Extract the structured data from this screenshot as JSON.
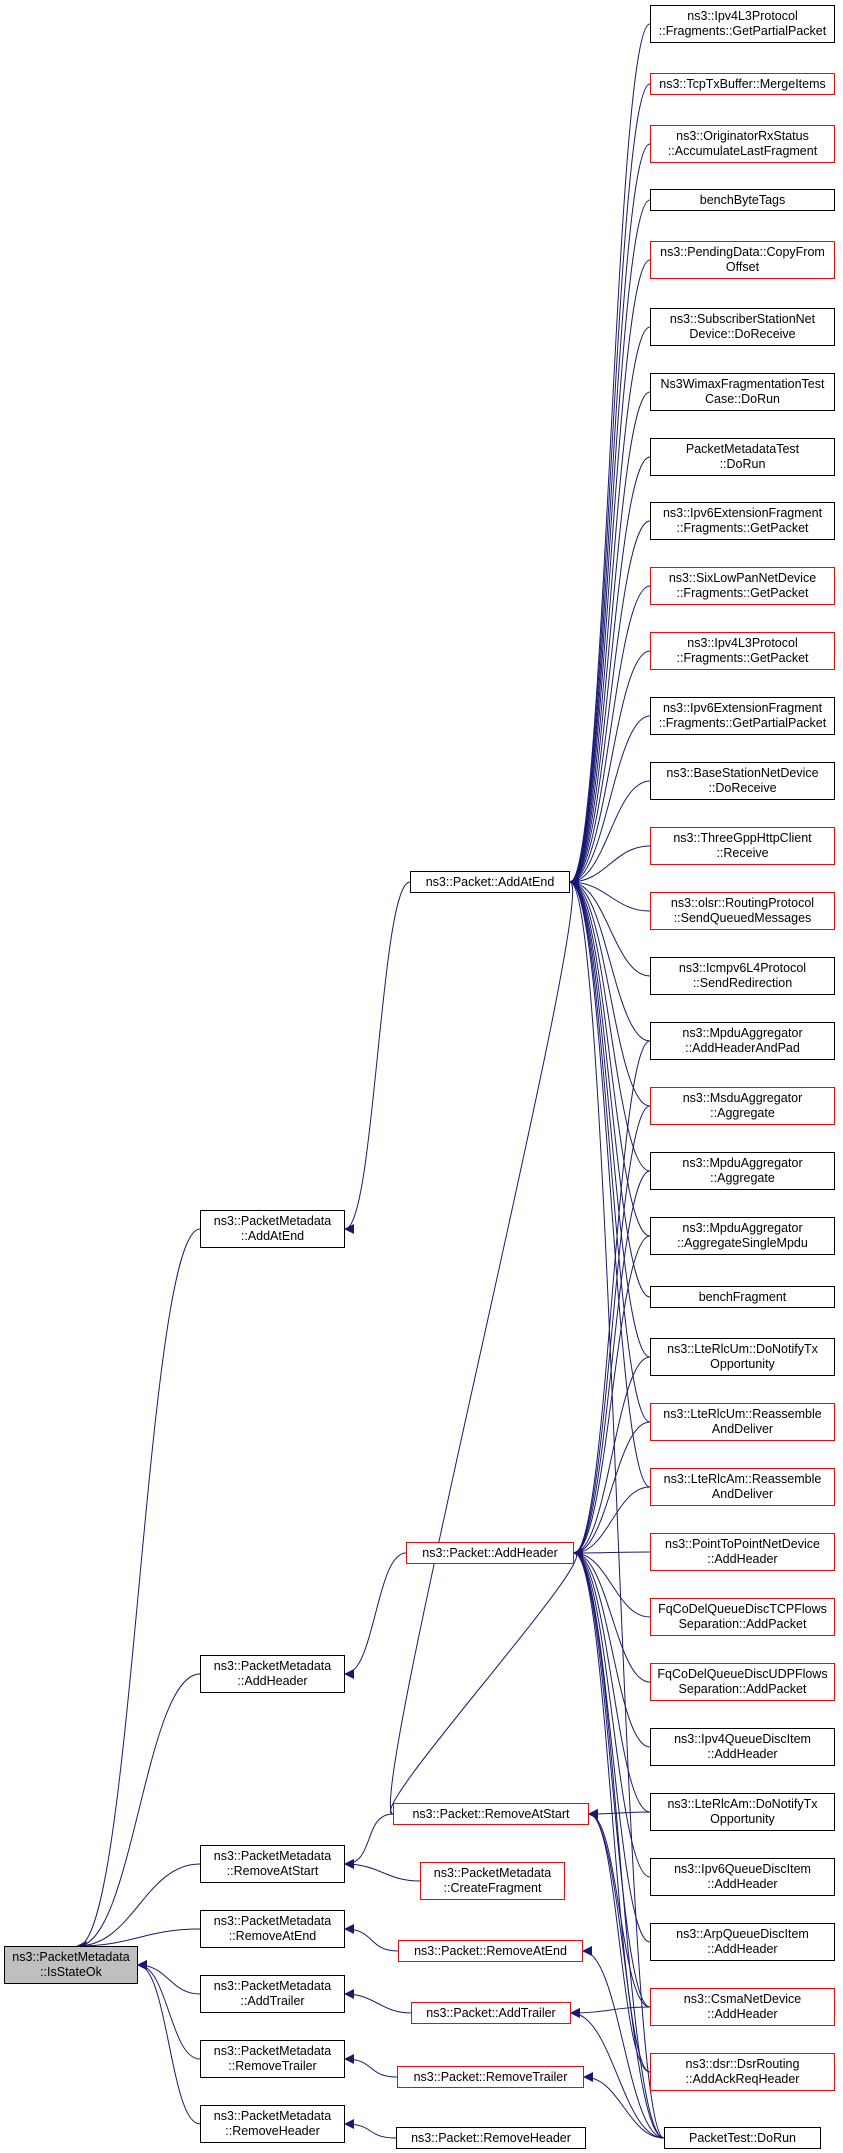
{
  "colors": {
    "edge": "#191970",
    "box_border": "#000000",
    "truncated_border": "#ff0000",
    "root_fill": "#bfbfbf",
    "background": "#ffffff"
  },
  "nodes": [
    {
      "id": "isstateok",
      "label": "ns3::PacketMetadata\n::IsStateOk",
      "style": "gray"
    },
    {
      "id": "pm_addatend",
      "label": "ns3::PacketMetadata\n::AddAtEnd",
      "style": "black"
    },
    {
      "id": "pm_addheader",
      "label": "ns3::PacketMetadata\n::AddHeader",
      "style": "black"
    },
    {
      "id": "pm_removeatstart",
      "label": "ns3::PacketMetadata\n::RemoveAtStart",
      "style": "black"
    },
    {
      "id": "pm_removeatend",
      "label": "ns3::PacketMetadata\n::RemoveAtEnd",
      "style": "black"
    },
    {
      "id": "pm_addtrailer",
      "label": "ns3::PacketMetadata\n::AddTrailer",
      "style": "black"
    },
    {
      "id": "pm_removetrailer",
      "label": "ns3::PacketMetadata\n::RemoveTrailer",
      "style": "black"
    },
    {
      "id": "pm_removeheader",
      "label": "ns3::PacketMetadata\n::RemoveHeader",
      "style": "black"
    },
    {
      "id": "p_addatend",
      "label": "ns3::Packet::AddAtEnd",
      "style": "black"
    },
    {
      "id": "p_addheader",
      "label": "ns3::Packet::AddHeader",
      "style": "red"
    },
    {
      "id": "p_removeatstart",
      "label": "ns3::Packet::RemoveAtStart",
      "style": "red"
    },
    {
      "id": "pm_createfragment",
      "label": "ns3::PacketMetadata\n::CreateFragment",
      "style": "red"
    },
    {
      "id": "p_removeatend",
      "label": "ns3::Packet::RemoveAtEnd",
      "style": "red"
    },
    {
      "id": "p_addtrailer",
      "label": "ns3::Packet::AddTrailer",
      "style": "red"
    },
    {
      "id": "p_removetrailer",
      "label": "ns3::Packet::RemoveTrailer",
      "style": "red"
    },
    {
      "id": "p_removeheader",
      "label": "ns3::Packet::RemoveHeader",
      "style": "black"
    },
    {
      "id": "r0",
      "label": "ns3::Ipv4L3Protocol\n::Fragments::GetPartialPacket",
      "style": "black"
    },
    {
      "id": "r1",
      "label": "ns3::TcpTxBuffer::MergeItems",
      "style": "red"
    },
    {
      "id": "r2",
      "label": "ns3::OriginatorRxStatus\n::AccumulateLastFragment",
      "style": "red"
    },
    {
      "id": "r3",
      "label": "benchByteTags",
      "style": "black"
    },
    {
      "id": "r4",
      "label": "ns3::PendingData::CopyFrom\nOffset",
      "style": "red"
    },
    {
      "id": "r5",
      "label": "ns3::SubscriberStationNet\nDevice::DoReceive",
      "style": "black"
    },
    {
      "id": "r6",
      "label": "Ns3WimaxFragmentationTest\nCase::DoRun",
      "style": "black"
    },
    {
      "id": "r7",
      "label": "PacketMetadataTest\n::DoRun",
      "style": "black"
    },
    {
      "id": "r8",
      "label": "ns3::Ipv6ExtensionFragment\n::Fragments::GetPacket",
      "style": "black"
    },
    {
      "id": "r9",
      "label": "ns3::SixLowPanNetDevice\n::Fragments::GetPacket",
      "style": "red"
    },
    {
      "id": "r10",
      "label": "ns3::Ipv4L3Protocol\n::Fragments::GetPacket",
      "style": "red"
    },
    {
      "id": "r11",
      "label": "ns3::Ipv6ExtensionFragment\n::Fragments::GetPartialPacket",
      "style": "black"
    },
    {
      "id": "r12",
      "label": "ns3::BaseStationNetDevice\n::DoReceive",
      "style": "black"
    },
    {
      "id": "r13",
      "label": "ns3::ThreeGppHttpClient\n::Receive",
      "style": "red"
    },
    {
      "id": "r14",
      "label": "ns3::olsr::RoutingProtocol\n::SendQueuedMessages",
      "style": "red"
    },
    {
      "id": "r15",
      "label": "ns3::Icmpv6L4Protocol\n::SendRedirection",
      "style": "black"
    },
    {
      "id": "r16",
      "label": "ns3::MpduAggregator\n::AddHeaderAndPad",
      "style": "black"
    },
    {
      "id": "r17",
      "label": "ns3::MsduAggregator\n::Aggregate",
      "style": "red"
    },
    {
      "id": "r18",
      "label": "ns3::MpduAggregator\n::Aggregate",
      "style": "black"
    },
    {
      "id": "r19",
      "label": "ns3::MpduAggregator\n::AggregateSingleMpdu",
      "style": "black"
    },
    {
      "id": "r20",
      "label": "benchFragment",
      "style": "black"
    },
    {
      "id": "r21",
      "label": "ns3::LteRlcUm::DoNotifyTx\nOpportunity",
      "style": "black"
    },
    {
      "id": "r22",
      "label": "ns3::LteRlcUm::Reassemble\nAndDeliver",
      "style": "red"
    },
    {
      "id": "r23",
      "label": "ns3::LteRlcAm::Reassemble\nAndDeliver",
      "style": "red"
    },
    {
      "id": "r24",
      "label": "ns3::PointToPointNetDevice\n::AddHeader",
      "style": "red"
    },
    {
      "id": "r25",
      "label": "FqCoDelQueueDiscTCPFlows\nSeparation::AddPacket",
      "style": "red"
    },
    {
      "id": "r26",
      "label": "FqCoDelQueueDiscUDPFlows\nSeparation::AddPacket",
      "style": "red"
    },
    {
      "id": "r27",
      "label": "ns3::Ipv4QueueDiscItem\n::AddHeader",
      "style": "black"
    },
    {
      "id": "r28",
      "label": "ns3::LteRlcAm::DoNotifyTx\nOpportunity",
      "style": "black"
    },
    {
      "id": "r29",
      "label": "ns3::Ipv6QueueDiscItem\n::AddHeader",
      "style": "black"
    },
    {
      "id": "r30",
      "label": "ns3::ArpQueueDiscItem\n::AddHeader",
      "style": "black"
    },
    {
      "id": "r31",
      "label": "ns3::CsmaNetDevice\n::AddHeader",
      "style": "red"
    },
    {
      "id": "r32",
      "label": "ns3::dsr::DsrRouting\n::AddAckReqHeader",
      "style": "red"
    },
    {
      "id": "r33",
      "label": "PacketTest::DoRun",
      "style": "black"
    }
  ],
  "edges": [
    [
      "pm_addatend",
      "isstateok"
    ],
    [
      "pm_addheader",
      "isstateok"
    ],
    [
      "pm_removeatstart",
      "isstateok"
    ],
    [
      "pm_removeatend",
      "isstateok"
    ],
    [
      "pm_addtrailer",
      "isstateok"
    ],
    [
      "pm_removetrailer",
      "isstateok"
    ],
    [
      "pm_removeheader",
      "isstateok"
    ],
    [
      "p_addatend",
      "pm_addatend"
    ],
    [
      "p_addheader",
      "pm_addheader"
    ],
    [
      "p_removeatstart",
      "pm_removeatstart"
    ],
    [
      "pm_createfragment",
      "pm_removeatstart"
    ],
    [
      "p_removeatend",
      "pm_removeatend"
    ],
    [
      "p_addtrailer",
      "pm_addtrailer"
    ],
    [
      "p_removetrailer",
      "pm_removetrailer"
    ],
    [
      "p_removeheader",
      "pm_removeheader"
    ],
    [
      "r0",
      "p_addatend"
    ],
    [
      "r1",
      "p_addatend"
    ],
    [
      "r2",
      "p_addatend"
    ],
    [
      "r3",
      "p_addatend"
    ],
    [
      "r4",
      "p_addatend"
    ],
    [
      "r5",
      "p_addatend"
    ],
    [
      "r6",
      "p_addatend"
    ],
    [
      "r7",
      "p_addatend"
    ],
    [
      "r8",
      "p_addatend"
    ],
    [
      "r9",
      "p_addatend"
    ],
    [
      "r10",
      "p_addatend"
    ],
    [
      "r11",
      "p_addatend"
    ],
    [
      "r12",
      "p_addatend"
    ],
    [
      "r13",
      "p_addatend"
    ],
    [
      "r14",
      "p_addatend"
    ],
    [
      "r15",
      "p_addatend"
    ],
    [
      "r16",
      "p_addatend"
    ],
    [
      "r17",
      "p_addatend"
    ],
    [
      "r18",
      "p_addatend"
    ],
    [
      "r19",
      "p_addatend"
    ],
    [
      "r20",
      "p_addatend"
    ],
    [
      "r21",
      "p_addatend"
    ],
    [
      "r22",
      "p_addatend"
    ],
    [
      "r23",
      "p_addatend"
    ],
    [
      "r33",
      "p_addatend"
    ],
    [
      "r16",
      "p_addheader"
    ],
    [
      "r17",
      "p_addheader"
    ],
    [
      "r18",
      "p_addheader"
    ],
    [
      "r19",
      "p_addheader"
    ],
    [
      "r21",
      "p_addheader"
    ],
    [
      "r22",
      "p_addheader"
    ],
    [
      "r23",
      "p_addheader"
    ],
    [
      "r24",
      "p_addheader"
    ],
    [
      "r25",
      "p_addheader"
    ],
    [
      "r26",
      "p_addheader"
    ],
    [
      "r27",
      "p_addheader"
    ],
    [
      "r28",
      "p_addheader"
    ],
    [
      "r29",
      "p_addheader"
    ],
    [
      "r30",
      "p_addheader"
    ],
    [
      "r31",
      "p_addheader"
    ],
    [
      "r32",
      "p_addheader"
    ],
    [
      "r33",
      "p_addheader"
    ],
    [
      "p_removeatstart",
      "p_addatend"
    ],
    [
      "p_removeatstart",
      "p_addheader"
    ],
    [
      "r28",
      "p_removeatstart"
    ],
    [
      "r31",
      "p_removeatstart"
    ],
    [
      "r32",
      "p_removeatstart"
    ],
    [
      "r33",
      "p_removeatstart"
    ],
    [
      "r33",
      "p_removeatend"
    ],
    [
      "r31",
      "p_addtrailer"
    ],
    [
      "r33",
      "p_addtrailer"
    ],
    [
      "r33",
      "p_removetrailer"
    ]
  ]
}
